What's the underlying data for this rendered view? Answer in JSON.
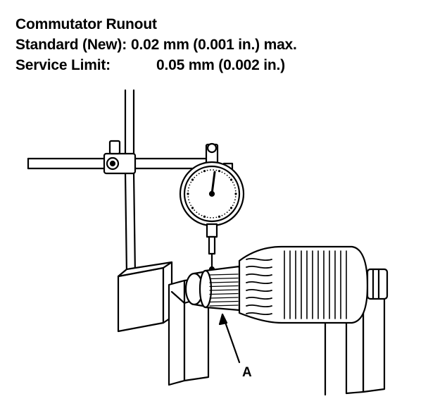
{
  "spec": {
    "title": "Commutator Runout",
    "standard_label": "Standard (New):",
    "standard_value": "0.02 mm (0.001 in.) max.",
    "service_label": "Service Limit:",
    "service_value": "0.05 mm (0.002 in.)"
  },
  "diagram": {
    "callout_label": "A",
    "components": [
      "dial-indicator",
      "magnetic-stand",
      "armature",
      "commutator",
      "v-blocks"
    ]
  }
}
